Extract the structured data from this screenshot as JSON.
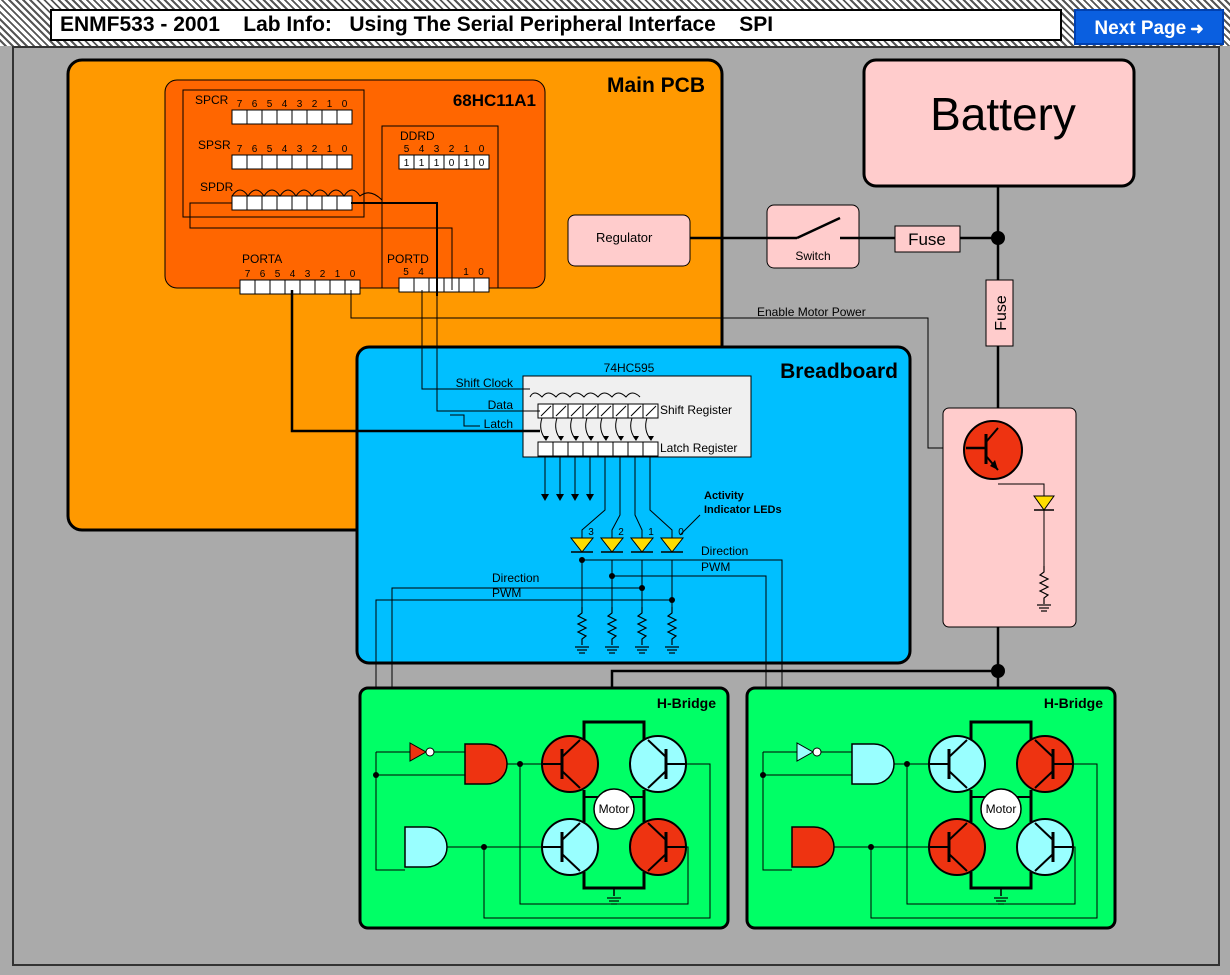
{
  "header": {
    "title": "ENMF533 - 2001    Lab Info:   Using The Serial Peripheral Interface    SPI",
    "next_label": "Next Page",
    "next_icon": "arrow-right-icon"
  },
  "colors": {
    "main_pcb": "#ff9900",
    "mcu": "#ff6600",
    "breadboard": "#00bfff",
    "hbridge": "#00ff66",
    "battery": "#ffcccc",
    "transistor_on": "#ee3311",
    "transistor_off": "#99ffff",
    "led": "#ffdd00"
  },
  "main_pcb": {
    "label": "Main PCB",
    "chip_label": "68HC11A1"
  },
  "registers": {
    "spcr": "SPCR",
    "spsr": "SPSR",
    "spdr": "SPDR",
    "bits": [
      "7",
      "6",
      "5",
      "4",
      "3",
      "2",
      "1",
      "0"
    ],
    "ddrd": "DDRD",
    "ddrd_bits": [
      "5",
      "4",
      "3",
      "2",
      "1",
      "0"
    ],
    "ddrd_values": [
      "1",
      "1",
      "1",
      "0",
      "1",
      "0"
    ],
    "porta": "PORTA",
    "portd": "PORTD",
    "portd_bits_left": [
      "5",
      "4"
    ],
    "portd_bits_right": [
      "1",
      "0"
    ]
  },
  "power": {
    "battery": "Battery",
    "regulator": "Regulator",
    "switch": "Switch",
    "fuse1": "Fuse",
    "fuse2": "Fuse",
    "enable": "Enable Motor Power"
  },
  "breadboard": {
    "label": "Breadboard",
    "chip": "74HC595",
    "shift_clock": "Shift Clock",
    "data": "Data",
    "latch": "Latch",
    "shift_register": "Shift Register",
    "latch_register": "Latch Register",
    "activity_line1": "Activity",
    "activity_line2": "Indicator LEDs",
    "led_numbers": [
      "3",
      "2",
      "1",
      "0"
    ],
    "direction_right": "Direction",
    "pwm_right": "PWM",
    "direction_left": "Direction",
    "pwm_left": "PWM"
  },
  "hbridges": [
    {
      "label": "H-Bridge",
      "motor": "Motor"
    },
    {
      "label": "H-Bridge",
      "motor": "Motor"
    }
  ]
}
